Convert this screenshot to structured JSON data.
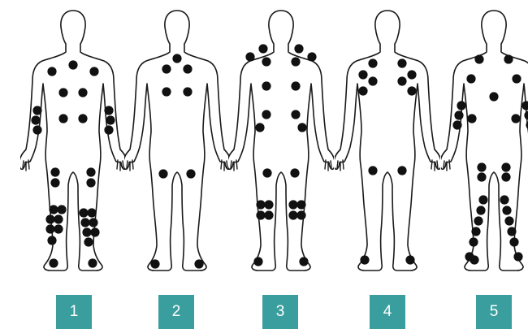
{
  "colors": {
    "label_background": "#3a9e9e",
    "label_text": "#ffffff",
    "outline": "#1a1a1a",
    "marker": "#111111"
  },
  "figures": [
    {
      "label": "1"
    },
    {
      "label": "2"
    },
    {
      "label": "3"
    },
    {
      "label": "4"
    },
    {
      "label": "5"
    }
  ]
}
